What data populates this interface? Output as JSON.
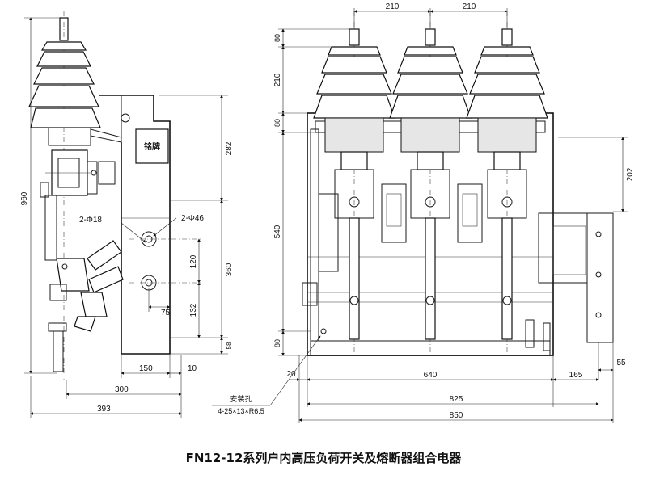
{
  "title": "FN12-12系列户内高压负荷开关及熔断器组合电器",
  "side_view": {
    "nameplate_label": "铭牌",
    "hole_label_small": "2-Φ18",
    "hole_label_large": "2-Φ46",
    "dims": {
      "overall_height": "960",
      "top_to_panel": "282",
      "panel_span": "360",
      "hole_pitch": "120",
      "lower_to_hole": "132",
      "bottom_gap": "58",
      "offset_75": "75",
      "base_150": "150",
      "base_10": "10",
      "base_300": "300",
      "base_393": "393"
    }
  },
  "front_view": {
    "mount_hole_title": "安装孔",
    "mount_hole_spec": "4-25×13×R6.5",
    "dims": {
      "pole_pitch_1": "210",
      "pole_pitch_2": "210",
      "top_80": "80",
      "insulator_210": "210",
      "mid_80": "80",
      "body_540": "540",
      "bottom_80": "80",
      "right_202": "202",
      "left_20": "20",
      "bottom_640": "640",
      "right_165": "165",
      "right_55": "55",
      "bottom_825": "825",
      "bottom_850": "850"
    }
  }
}
